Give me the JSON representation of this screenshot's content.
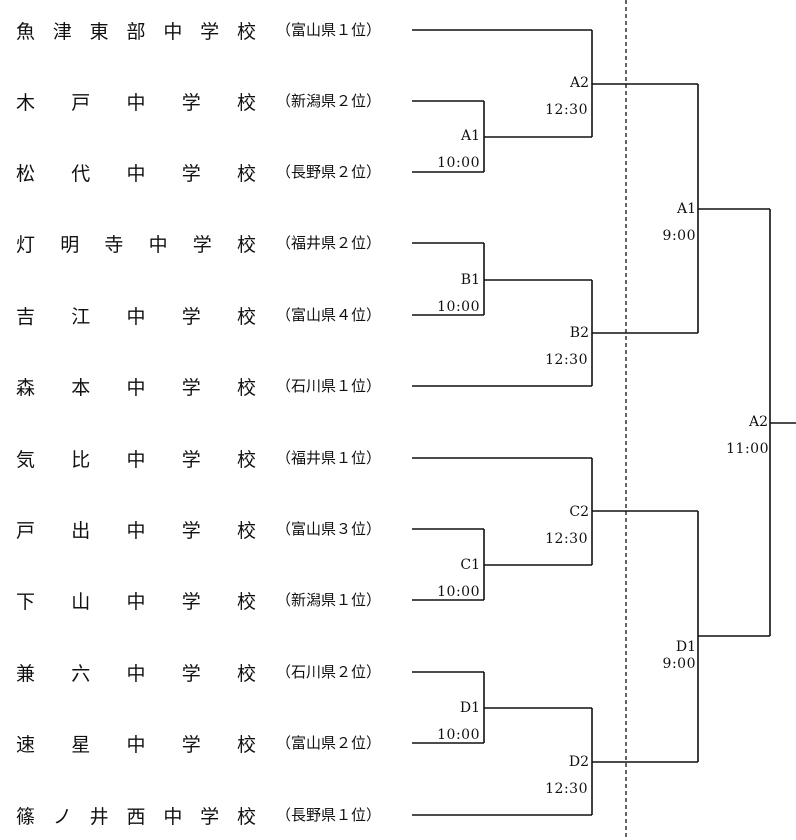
{
  "teams": [
    {
      "name": "魚津東部中学校",
      "pref": "（富山県１位）"
    },
    {
      "name": "木戸中学校",
      "pref": "（新潟県２位）"
    },
    {
      "name": "松代中学校",
      "pref": "（長野県２位）"
    },
    {
      "name": "灯明寺中学校",
      "pref": "（福井県２位）"
    },
    {
      "name": "吉江中学校",
      "pref": "（富山県４位）"
    },
    {
      "name": "森本中学校",
      "pref": "（石川県１位）"
    },
    {
      "name": "気比中学校",
      "pref": "（福井県１位）"
    },
    {
      "name": "戸出中学校",
      "pref": "（富山県３位）"
    },
    {
      "name": "下山中学校",
      "pref": "（新潟県１位）"
    },
    {
      "name": "兼六中学校",
      "pref": "（石川県２位）"
    },
    {
      "name": "速星中学校",
      "pref": "（富山県２位）"
    },
    {
      "name": "篠ノ井西中学校",
      "pref": "（長野県１位）"
    }
  ],
  "matches": {
    "r1_a1": {
      "label": "A1",
      "time": "10:00"
    },
    "r1_b1": {
      "label": "B1",
      "time": "10:00"
    },
    "r1_c1": {
      "label": "C1",
      "time": "10:00"
    },
    "r1_d1": {
      "label": "D1",
      "time": "10:00"
    },
    "r2_a2": {
      "label": "A2",
      "time": "12:30"
    },
    "r2_b2": {
      "label": "B2",
      "time": "12:30"
    },
    "r2_c2": {
      "label": "C2",
      "time": "12:30"
    },
    "r2_d2": {
      "label": "D2",
      "time": "12:30"
    },
    "sf_a1": {
      "label": "A1",
      "time": "9:00"
    },
    "sf_d1": {
      "label": "D1",
      "time": "9:00"
    },
    "final_a2": {
      "label": "A2",
      "time": "11:00"
    }
  },
  "colors": {
    "line": "#111111",
    "divider": "#111111"
  }
}
